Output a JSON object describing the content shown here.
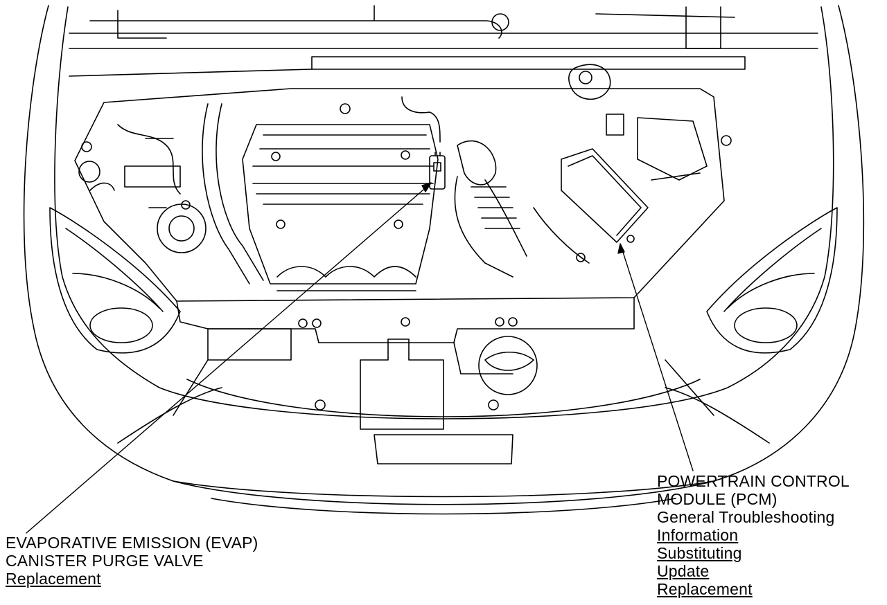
{
  "diagram": {
    "evap": {
      "title_line1": "EVAPORATIVE EMISSION (EVAP)",
      "title_line2": "CANISTER PURGE VALVE",
      "links": [
        "Replacement"
      ]
    },
    "pcm": {
      "title_line1": "POWERTRAIN CONTROL",
      "title_line2": "MODULE (PCM)",
      "subtitle": "General Troubleshooting",
      "links": [
        "Information",
        "Substituting",
        "Update",
        "Replacement"
      ]
    }
  }
}
